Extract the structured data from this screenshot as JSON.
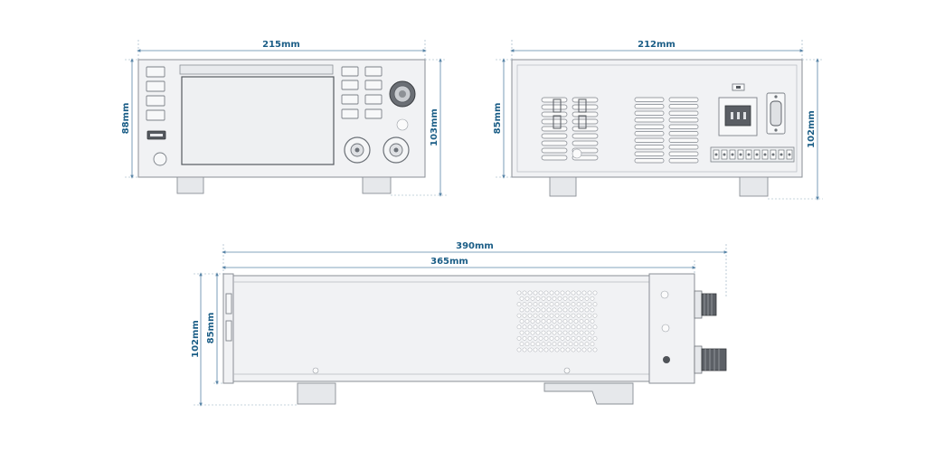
{
  "dimensions": {
    "front_width": "215mm",
    "front_body_height": "88mm",
    "front_total_height": "103mm",
    "rear_width": "212mm",
    "rear_body_height": "85mm",
    "rear_total_height": "102mm",
    "side_total_length": "390mm",
    "side_body_length": "365mm",
    "side_total_height": "102mm",
    "side_body_height": "85mm"
  },
  "colors": {
    "dimension_text": "#1a5d86",
    "dimension_line": "#5a86a8",
    "device_body": "#f1f2f4",
    "outline": "#8a8f96"
  },
  "views": [
    "front-view",
    "rear-view",
    "side-view"
  ]
}
